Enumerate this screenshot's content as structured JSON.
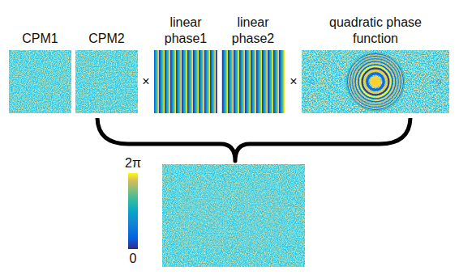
{
  "diagram": {
    "nodes": [
      {
        "text": [
          "CPM1"
        ]
      },
      {
        "text": [
          "CPM2"
        ]
      },
      {
        "text": [
          "linear phase1"
        ]
      },
      {
        "text": [
          "linear phase2"
        ]
      },
      {
        "text": [
          "quadratic phase function"
        ]
      }
    ],
    "labels": [
      "×",
      "×",
      "2π",
      "0"
    ]
  }
}
